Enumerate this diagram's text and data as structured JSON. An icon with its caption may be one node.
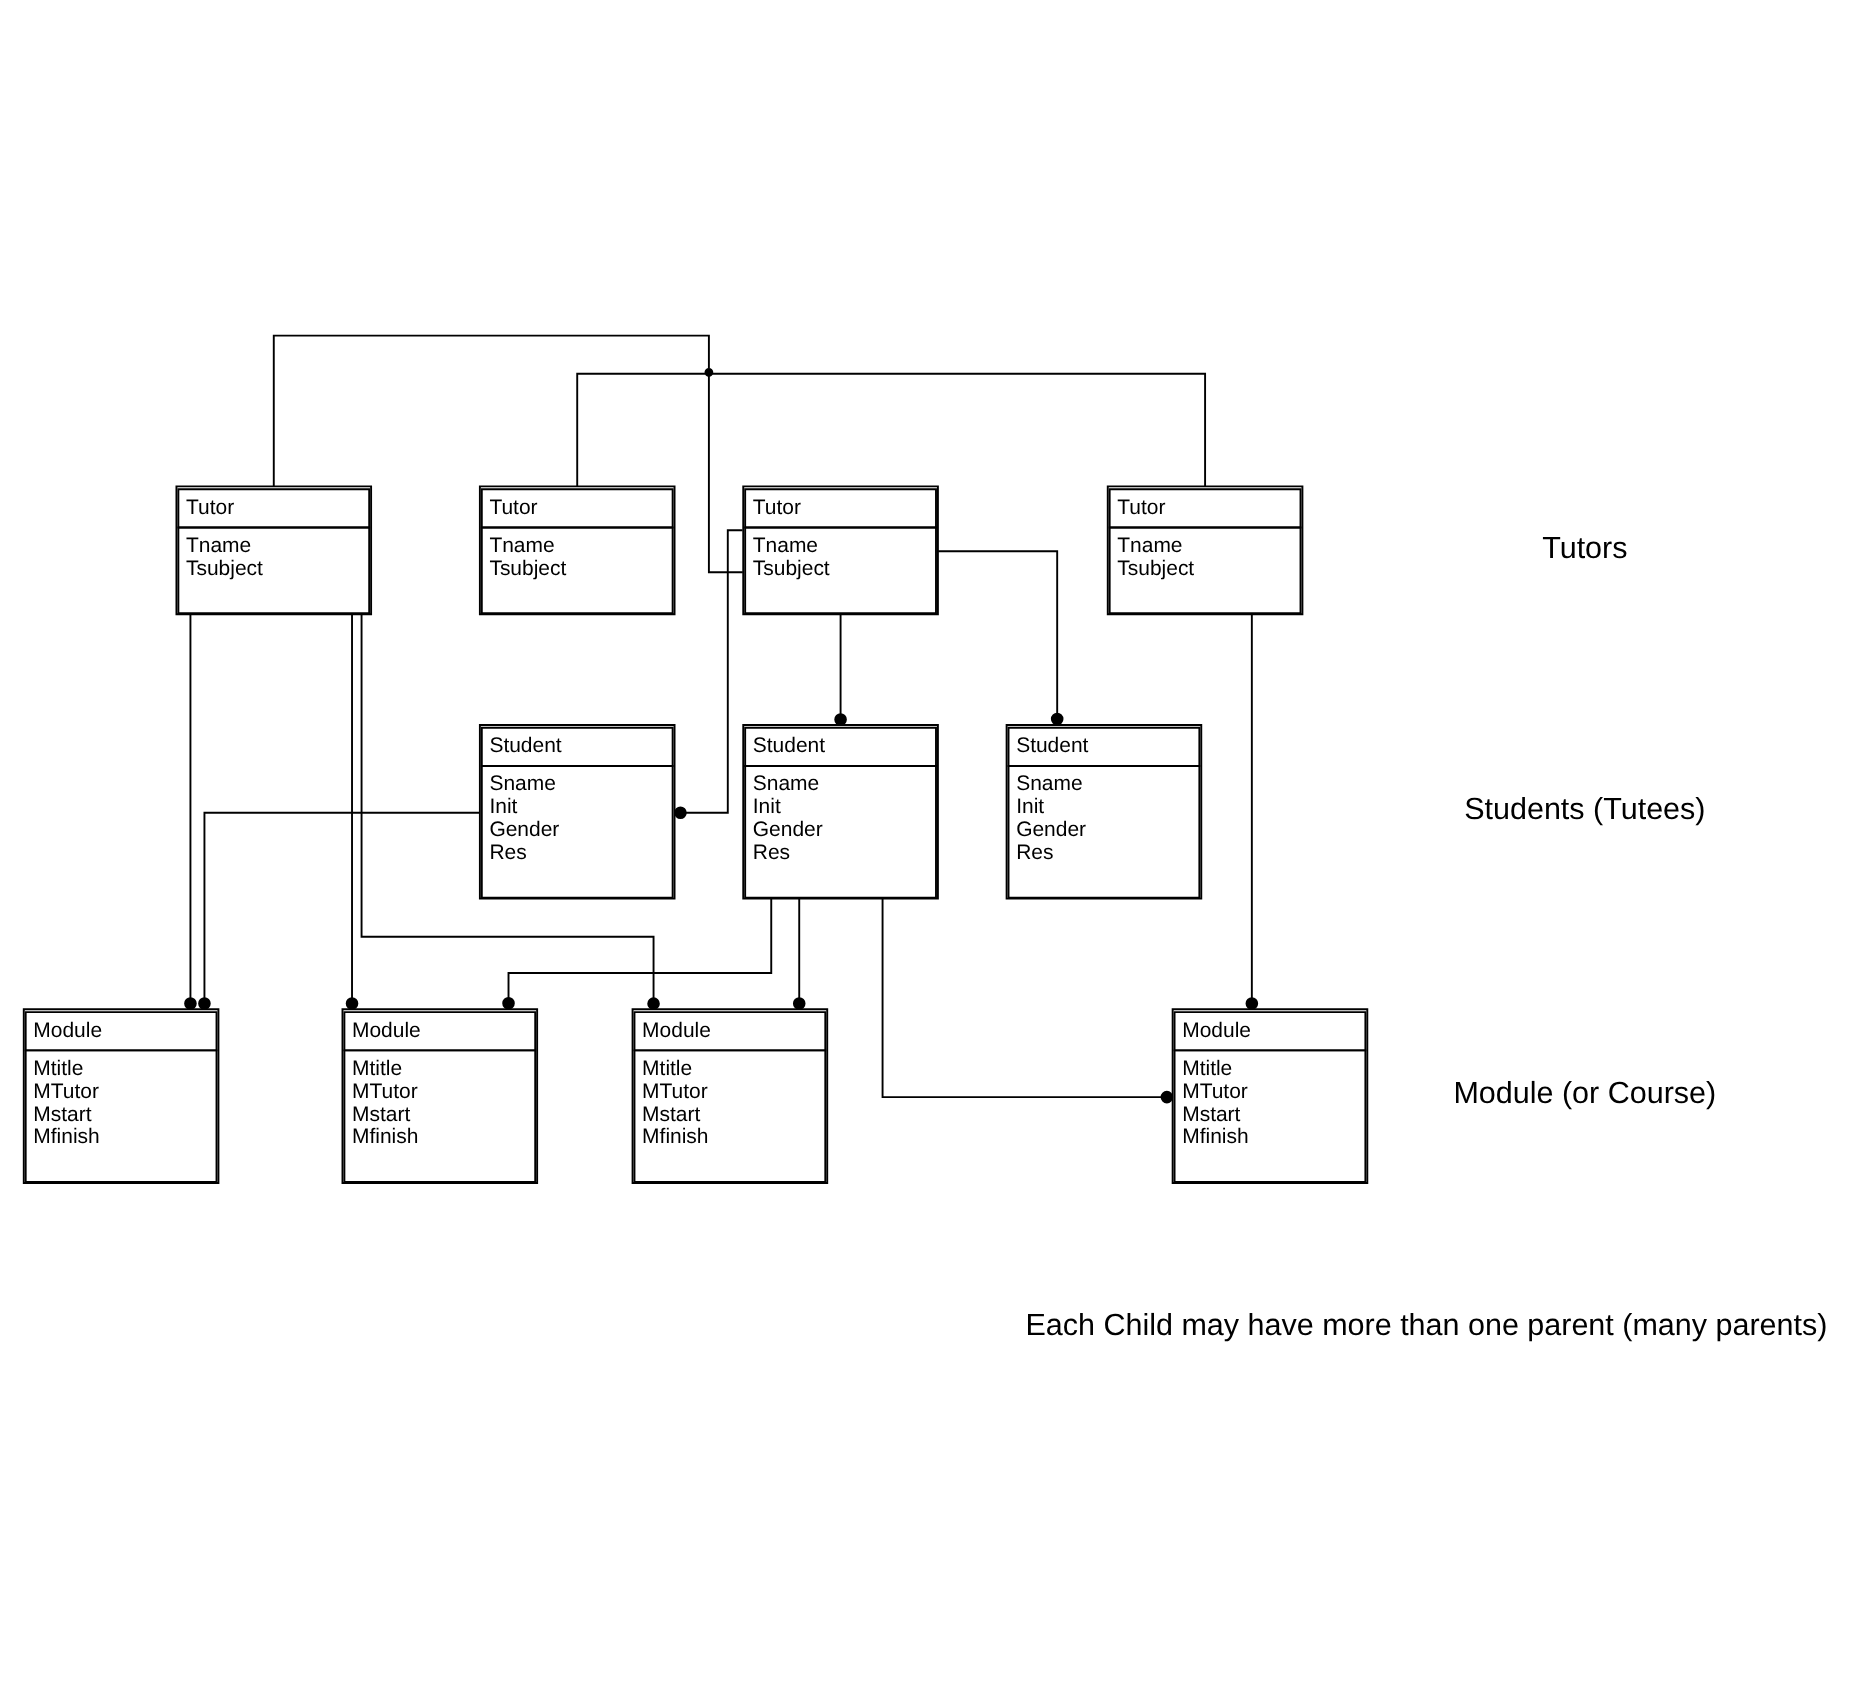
{
  "diagram": {
    "nodes": [
      {
        "text": [],
        "shape": "point"
      },
      {
        "text": [
          "Tutor",
          "Tname",
          "Tsubject"
        ]
      },
      {
        "text": [
          "Tutor",
          "Tname",
          "Tsubject"
        ]
      },
      {
        "text": [
          "Tutor",
          "Tname",
          "Tsubject"
        ]
      },
      {
        "text": [
          "Tutor",
          "Tname",
          "Tsubject"
        ]
      },
      {
        "text": [
          "Student",
          "Sname",
          "Init",
          "Gender",
          "Res"
        ]
      },
      {
        "text": [
          "Student",
          "Sname",
          "Init",
          "Gender",
          "Res"
        ]
      },
      {
        "text": [
          "Student",
          "Sname",
          "Init",
          "Gender",
          "Res"
        ]
      },
      {
        "text": [
          "Module",
          "Mtitle",
          "MTutor",
          "Mstart",
          "Mfinish"
        ]
      },
      {
        "text": [
          "Module",
          "Mtitle",
          "MTutor",
          "Mstart",
          "Mfinish"
        ]
      },
      {
        "text": [
          "Module",
          "Mtitle",
          "MTutor",
          "Mstart",
          "Mfinish"
        ]
      },
      {
        "text": [
          "Module",
          "Mtitle",
          "MTutor",
          "Mstart",
          "Mfinish"
        ]
      }
    ],
    "edges": [
      {
        "from": 0,
        "to": 1,
        "arrow": "none"
      },
      {
        "from": 0,
        "to": 2,
        "arrow": "none"
      },
      {
        "from": 0,
        "to": 3,
        "arrow": "none"
      },
      {
        "from": 0,
        "to": 4,
        "arrow": "none"
      },
      {
        "from": 1,
        "to": 8,
        "arrow": "other"
      },
      {
        "from": 1,
        "to": 9,
        "arrow": "other"
      },
      {
        "from": 1,
        "to": 10,
        "arrow": "other"
      },
      {
        "from": 2,
        "to": 5,
        "arrow": "other"
      },
      {
        "from": 2,
        "to": 6,
        "arrow": "other"
      },
      {
        "from": 2,
        "to": 7,
        "arrow": "other"
      },
      {
        "from": 4,
        "to": 11,
        "arrow": "other"
      },
      {
        "from": 5,
        "to": 8,
        "arrow": "other"
      },
      {
        "from": 6,
        "to": 9,
        "arrow": "other"
      },
      {
        "from": 6,
        "to": 10,
        "arrow": "other"
      },
      {
        "from": 6,
        "to": 11,
        "arrow": "other"
      }
    ],
    "labels": [
      "Tutors",
      "Students (Tutees)",
      "Module (or Course)",
      "Each Child may have more than one parent (many parents)"
    ]
  }
}
